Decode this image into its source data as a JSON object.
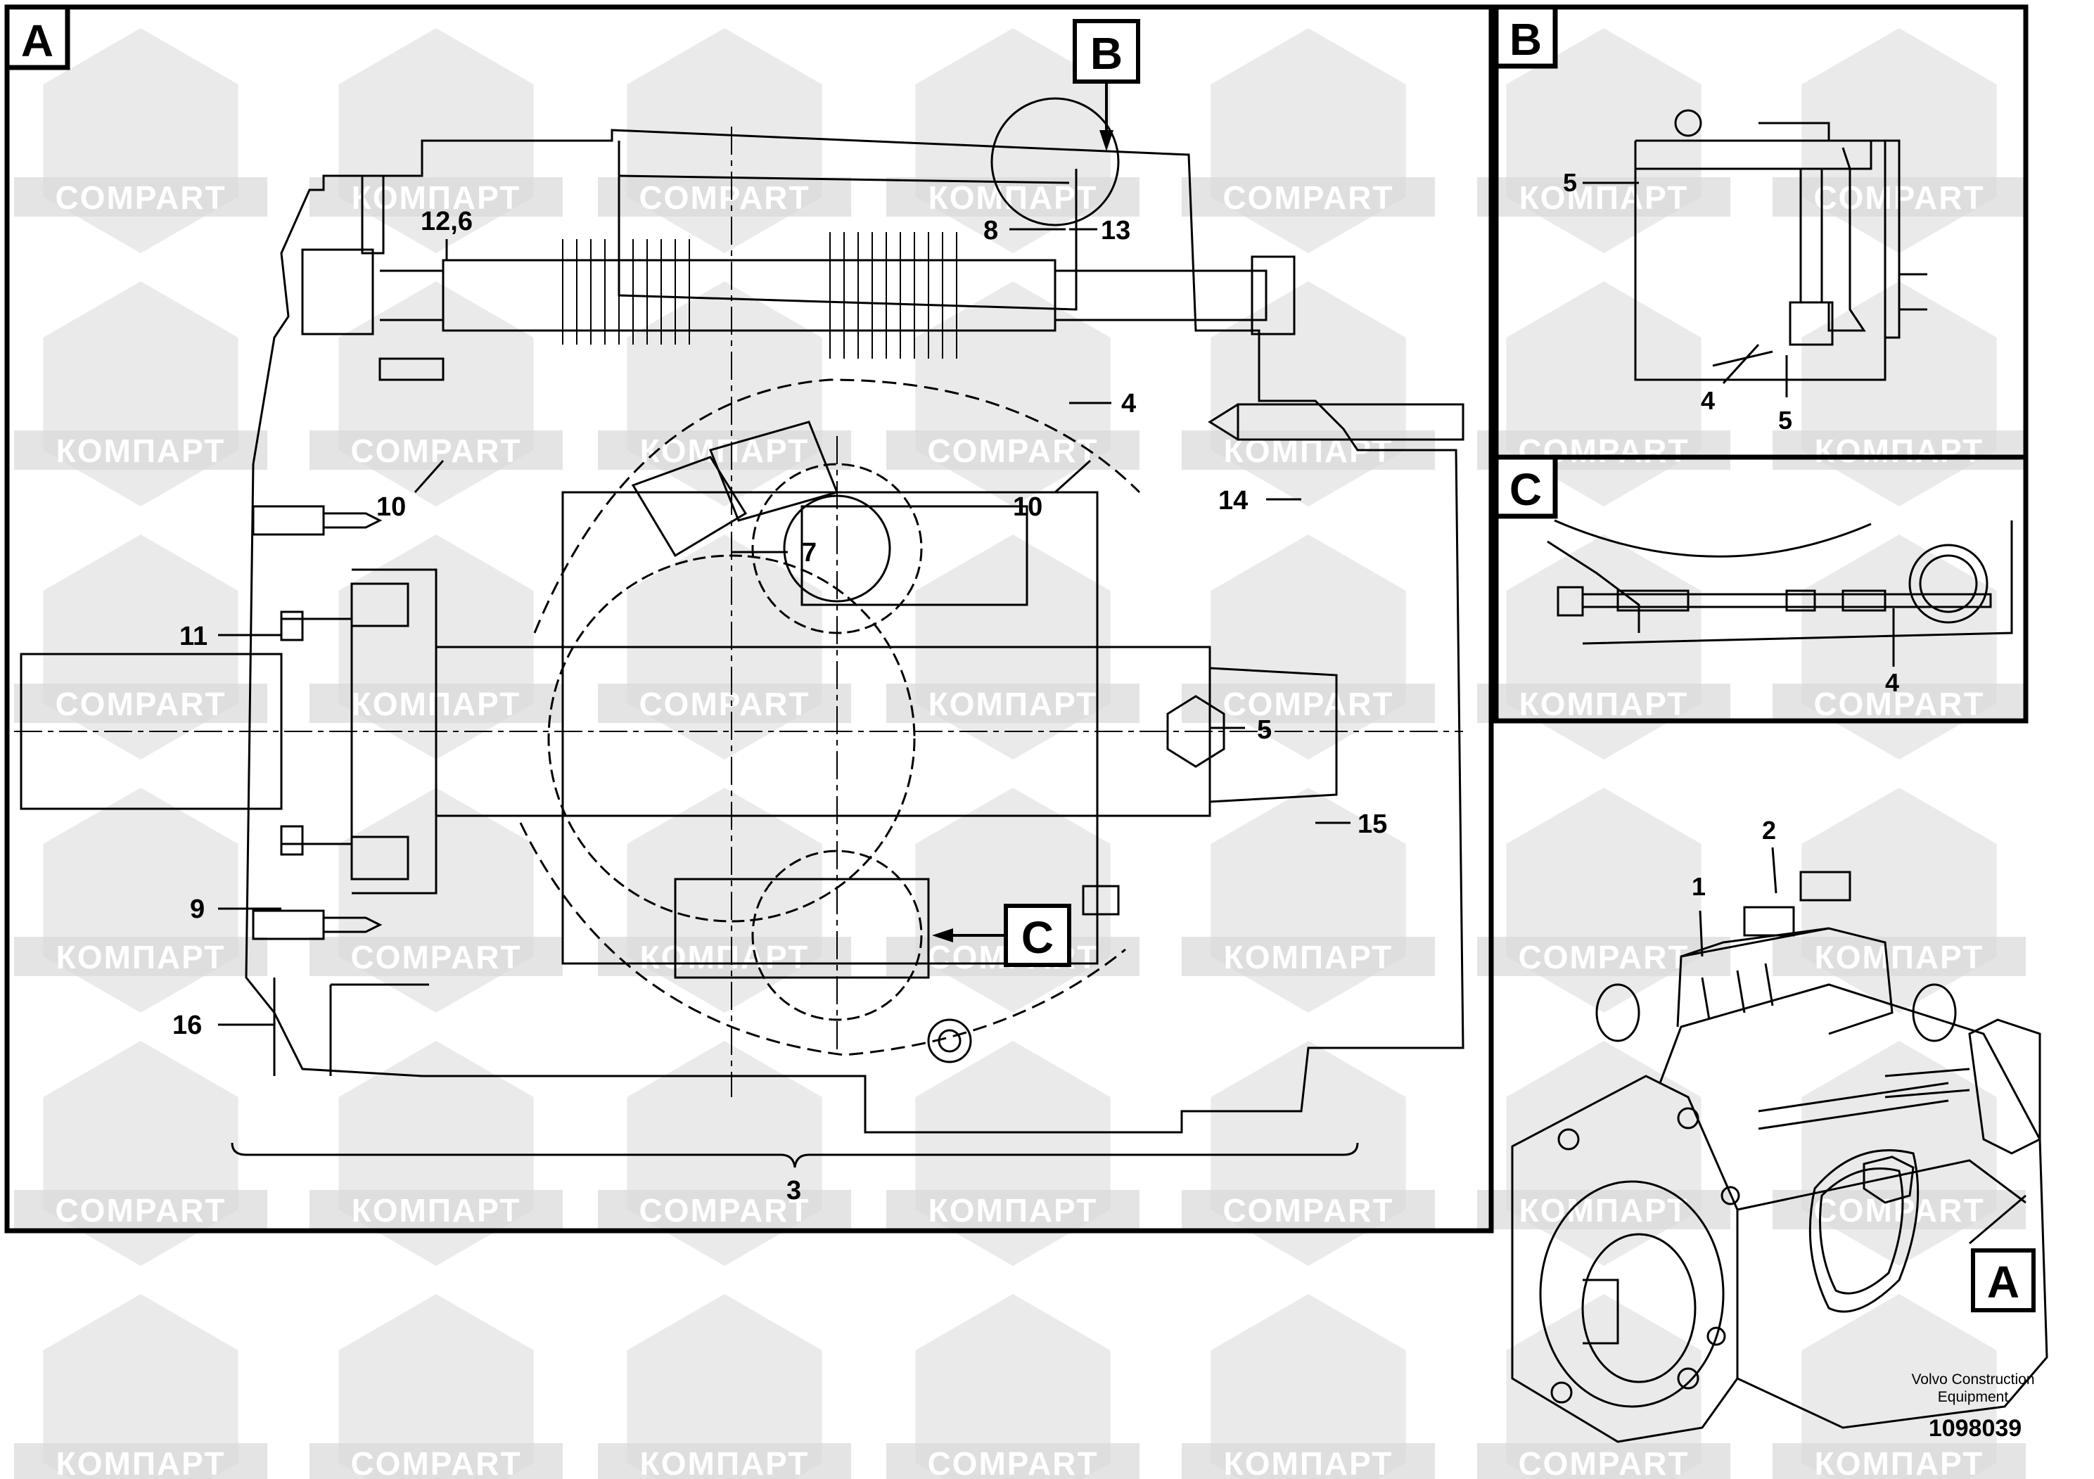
{
  "panels": {
    "a": {
      "letter": "A"
    },
    "b": {
      "letter": "B"
    },
    "c": {
      "letter": "C"
    }
  },
  "main_view": {
    "section_markers": {
      "b": "B",
      "c": "C"
    },
    "callouts": {
      "c12_6": "12,6",
      "c8": "8",
      "c13": "13",
      "c4": "4",
      "c10_left": "10",
      "c10_right": "10",
      "c14": "14",
      "c7": "7",
      "c11": "11",
      "c5": "5",
      "c15": "15",
      "c9": "9",
      "c16": "16",
      "c3": "3"
    }
  },
  "detail_b": {
    "callouts": {
      "c5_top": "5",
      "c4": "4",
      "c5_bottom": "5"
    }
  },
  "detail_c": {
    "callouts": {
      "c4": "4"
    }
  },
  "iso_view": {
    "callouts": {
      "c1": "1",
      "c2": "2"
    },
    "view_marker": "A"
  },
  "watermarks": {
    "latin": "COMPART",
    "cyrillic": "КОМПАРТ"
  },
  "footer": {
    "brand_line1": "Volvo Construction",
    "brand_line2": "Equipment",
    "part_number": "1098039"
  },
  "colors": {
    "line": "#000000",
    "watermark": "#d9d9d9"
  }
}
